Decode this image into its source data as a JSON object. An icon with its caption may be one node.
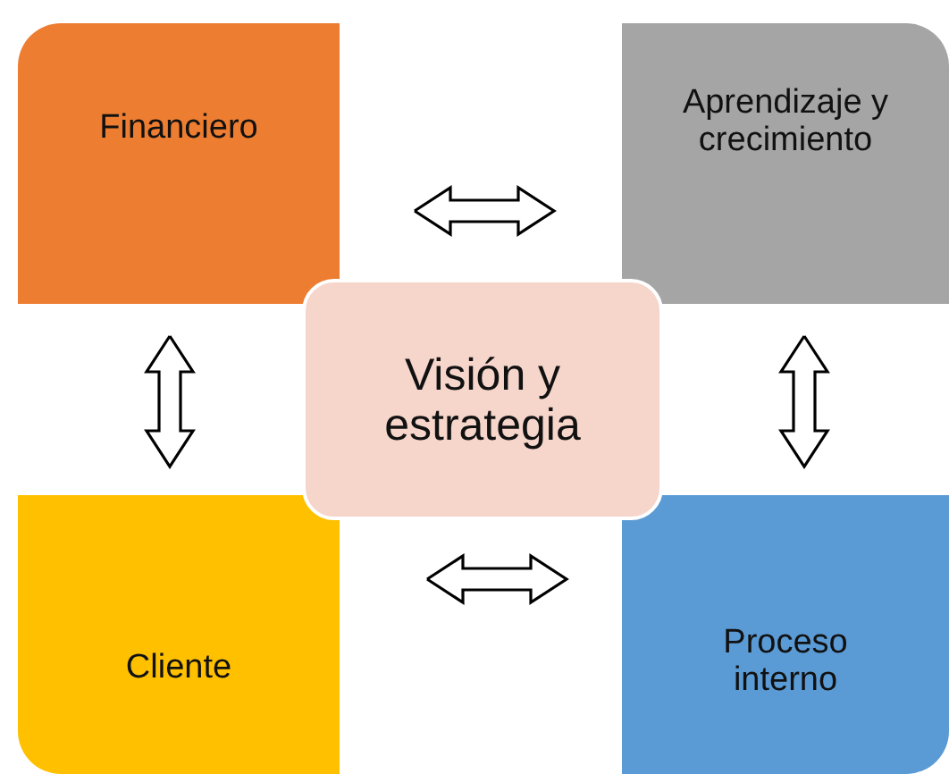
{
  "diagram": {
    "nodes": [
      {
        "text": [
          "Financiero"
        ]
      },
      {
        "text": [
          "Aprendizaje y crecimiento"
        ]
      },
      {
        "text": [
          "Visión y estrategia"
        ]
      },
      {
        "text": [
          "Cliente"
        ]
      },
      {
        "text": [
          "Proceso interno"
        ]
      }
    ],
    "edges": [
      {
        "from": 0,
        "to": 1,
        "arrow": "both"
      },
      {
        "from": 0,
        "to": 3,
        "arrow": "both"
      },
      {
        "from": 1,
        "to": 4,
        "arrow": "both"
      },
      {
        "from": 3,
        "to": 4,
        "arrow": "both"
      }
    ]
  }
}
